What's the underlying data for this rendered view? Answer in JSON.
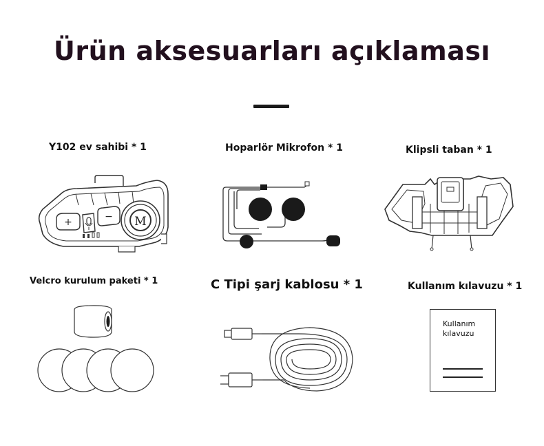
{
  "page": {
    "title": "Ürün aksesuarları açıklaması"
  },
  "items": {
    "host": {
      "label": "Y102 ev sahibi * 1",
      "icon": "intercom-device-icon",
      "logo": "M",
      "plus": "+",
      "minus": "−"
    },
    "speaker": {
      "label": "Hoparlör Mikrofon * 1",
      "icon": "headset-speaker-microphone-icon"
    },
    "clip": {
      "label": "Klipsli taban * 1",
      "icon": "clip-mount-base-icon"
    },
    "velcro": {
      "label": "Velcro kurulum paketi * 1",
      "icon": "velcro-pads-icon"
    },
    "cable": {
      "label": "C Tipi şarj kablosu * 1",
      "icon": "usb-c-cable-icon"
    },
    "manual": {
      "label": "Kullanım kılavuzu * 1",
      "icon": "manual-booklet-icon",
      "cover_text": "Kullanım kılavuzu"
    }
  },
  "colors": {
    "title": "#22101e",
    "line_art": "#333333",
    "fill_dark": "#1a1a1a"
  }
}
